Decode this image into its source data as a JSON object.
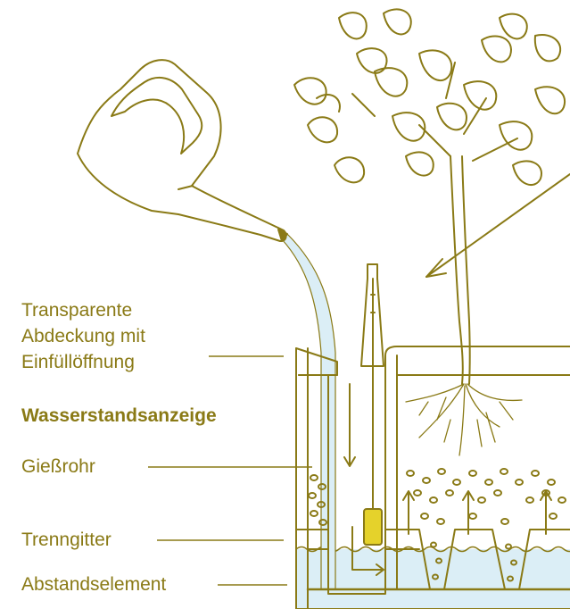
{
  "labels": {
    "transparent_cover": [
      "Transparente",
      "Abdeckung mit",
      "Einfüllöffnung"
    ],
    "water_level_indicator": "Wasserstandsanzeige",
    "pouring_pipe": "Gießrohr",
    "separation_grid": "Trenngitter",
    "spacer_element": "Abstandselement"
  },
  "colors": {
    "outline": "#8a7a16",
    "water": "#dbeef6",
    "float": "#e5d22b"
  }
}
